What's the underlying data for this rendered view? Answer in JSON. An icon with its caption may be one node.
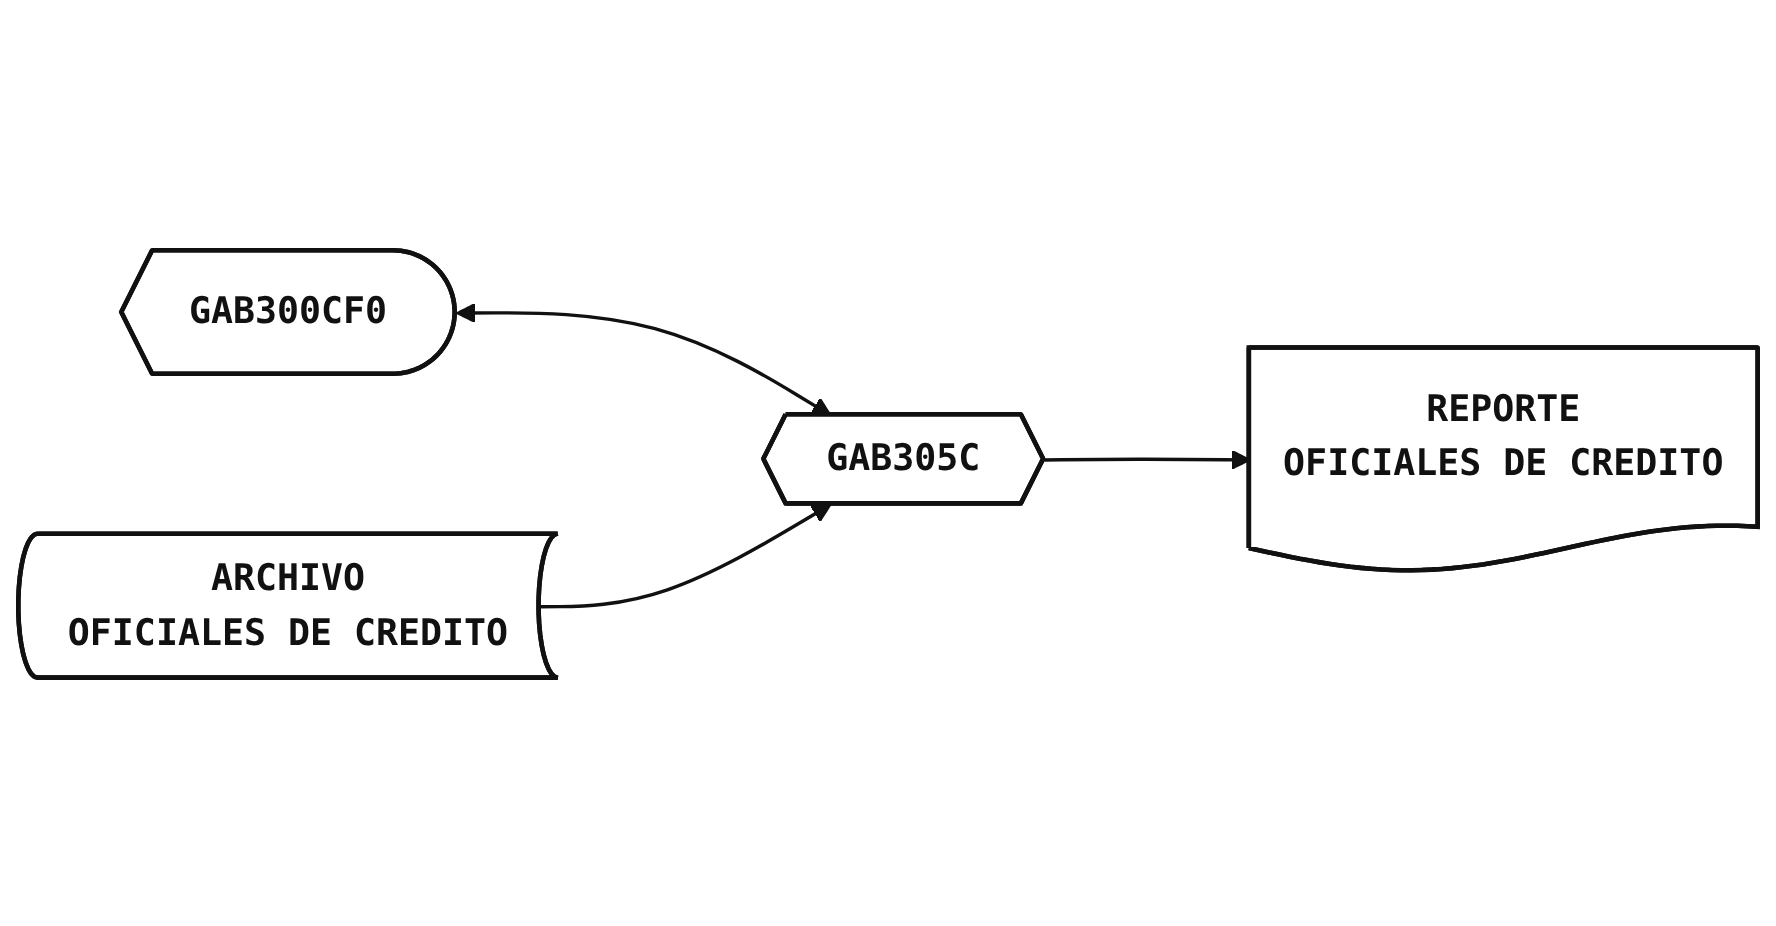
{
  "diagram": {
    "nodes": [
      {
        "text": [
          "GAB300CF0"
        ]
      },
      {
        "text": [
          "GAB305C"
        ]
      },
      {
        "text": [
          "REPORTE",
          "OFICIALES DE CREDITO"
        ]
      },
      {
        "text": [
          "ARCHIVO",
          "OFICIALES DE CREDITO"
        ]
      }
    ],
    "edges": [
      {
        "from": 0,
        "to": 1,
        "arrow": "both"
      },
      {
        "from": 1,
        "to": 2,
        "arrow": "to"
      },
      {
        "from": 3,
        "to": 1,
        "arrow": "to"
      }
    ]
  }
}
